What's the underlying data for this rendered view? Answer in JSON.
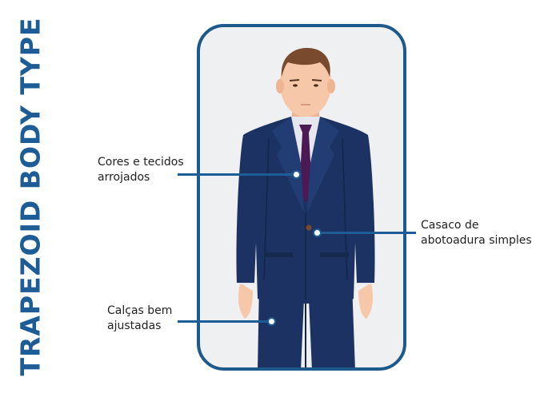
{
  "title": "TRAPEZOID BODY TYPE",
  "colors": {
    "accent": "#1d5c96",
    "frame_border": "#1d5a8c",
    "frame_fill": "#eff0f2",
    "suit": "#1b3263",
    "tie": "#4b1a55",
    "shirt": "#e6e6ef",
    "skin": "#f6c7a8",
    "hair": "#7a4a2e"
  },
  "callouts": [
    {
      "label_line1": "Cores e tecidos",
      "label_line2": "arrojados",
      "target": "tie"
    },
    {
      "label_line1": "Casaco de",
      "label_line2": "abotoadura simples",
      "target": "jacket-button"
    },
    {
      "label_line1": "Calças bem",
      "label_line2": "ajustadas",
      "target": "trousers"
    }
  ]
}
